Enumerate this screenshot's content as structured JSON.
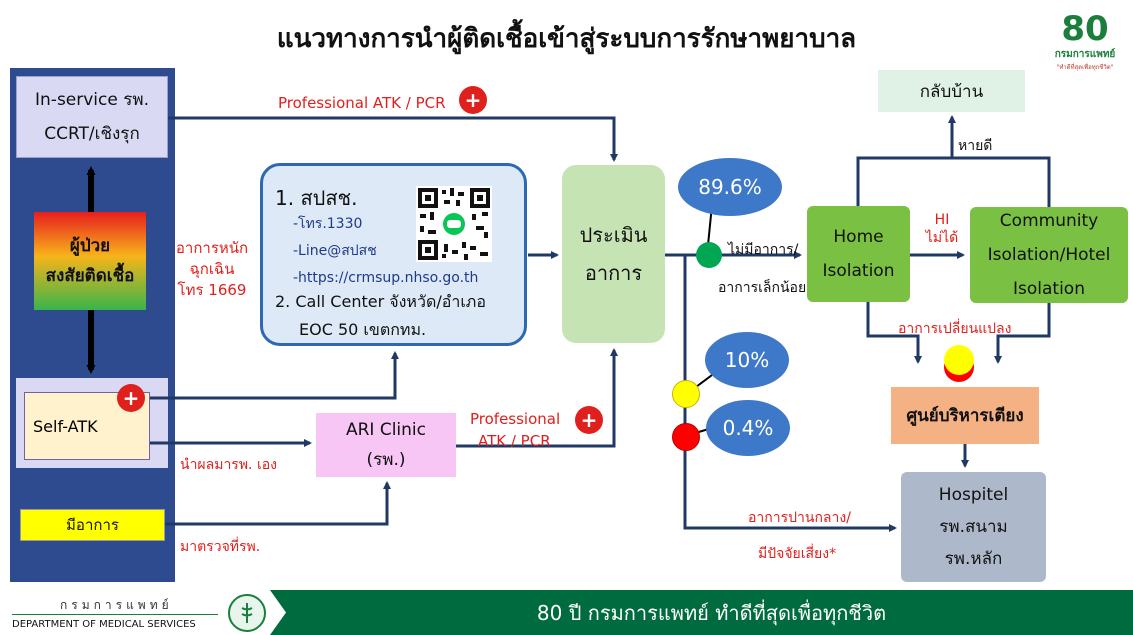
{
  "title": "แนวทางการนำผู้ติดเชื้อเข้าสู่ระบบการรักษาพยาบาล",
  "logo": {
    "number": "80",
    "name": "กรมการแพทย์",
    "slogan": "\"ทำดีที่สุดเพื่อทุกชีวิต\""
  },
  "left": {
    "inservice_line1": "In-service รพ.",
    "inservice_line2": "CCRT/เชิงรุก",
    "patient_line1": "ผู้ป่วย",
    "patient_line2": "สงสัยติดเชื้อ",
    "selfatk": "Self-ATK",
    "symptom": "มีอาการ"
  },
  "labels": {
    "pro_atk_top": "Professional ATK / PCR",
    "severe_line1": "อาการหนัก",
    "severe_line2": "ฉุกเฉิน",
    "severe_line3": "โทร 1669",
    "bring_result": "นำผลมารพ. เอง",
    "come_check": "มาตรวจที่รพ.",
    "pro_atk_mid_line1": "Professional",
    "pro_atk_mid_line2": "ATK / PCR",
    "no_symptom_line1": "ไม่มีอาการ/",
    "no_symptom_line2": "อาการเล็กน้อย",
    "recovered": "หายดี",
    "hi_line1": "HI",
    "hi_line2": "ไม่ได้",
    "changed": "อาการเปลี่ยนแปลง",
    "moderate_line1": "อาการปานกลาง/",
    "moderate_line2": "มีปัจจัยเสี่ยง*"
  },
  "hotline": {
    "heading": "1. สปสช.",
    "phone": "-โทร.1330",
    "line": "-Line@สปสช",
    "url": "-https://crmsup.nhso.go.th",
    "call_center": "2. Call Center จังหวัด/อำเภอ",
    "eoc": "EOC 50 เขตกทม."
  },
  "assess_line1": "ประเมิน",
  "assess_line2": "อาการ",
  "ari_line1": "ARI Clinic",
  "ari_line2": "(รพ.)",
  "home_line1": "Home",
  "home_line2": "Isolation",
  "community_line1": "Community",
  "community_line2": "Isolation/Hotel",
  "community_line3": "Isolation",
  "back_home": "กลับบ้าน",
  "bed_center": "ศูนย์บริหารเตียง",
  "hospitel_line1": "Hospitel",
  "hospitel_line2": "รพ.สนาม",
  "hospitel_line3": "รพ.หลัก",
  "bubbles": {
    "green": "89.6%",
    "yellow": "10%",
    "red": "0.4%"
  },
  "colors": {
    "green_dot": "#00a651",
    "yellow_dot": "#ffff00",
    "red_dot": "#ff0000",
    "arrow": "#1f3864"
  },
  "footer": {
    "thai": "กรมการแพทย์",
    "english": "DEPARTMENT OF MEDICAL SERVICES",
    "slogan": "80 ปี กรมการแพทย์ ทำดีที่สุดเพื่อทุกชีวิต"
  }
}
